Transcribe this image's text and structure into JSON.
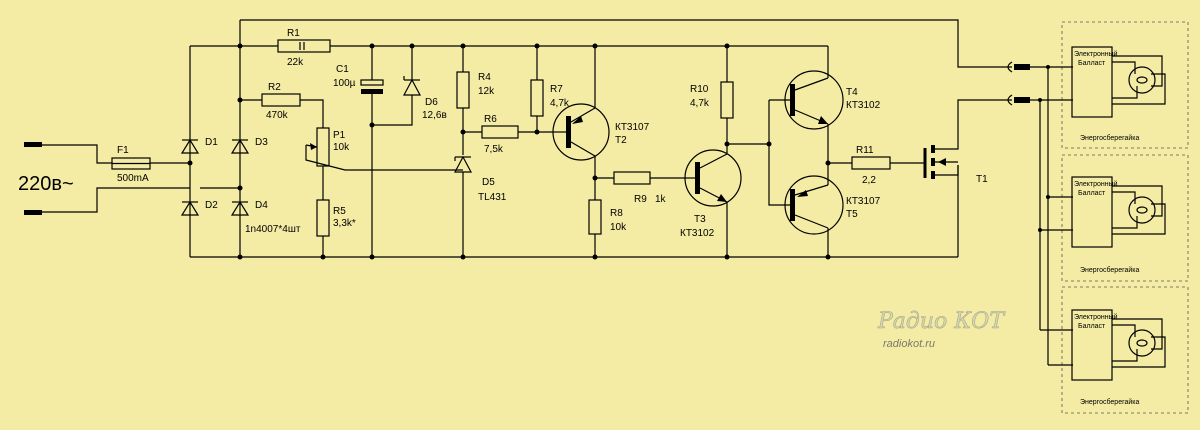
{
  "mains": "220в~",
  "fuse": {
    "ref": "F1",
    "value": "500mA"
  },
  "diodes": {
    "d1": "D1",
    "d2": "D2",
    "d3": "D3",
    "d4": "D4",
    "note": "1n4007*4шт"
  },
  "r1": {
    "ref": "R1",
    "value": "22k"
  },
  "r2": {
    "ref": "R2",
    "value": "470k"
  },
  "p1": {
    "ref": "P1",
    "value": "10k"
  },
  "r5": {
    "ref": "R5",
    "value": "3,3k*"
  },
  "c1": {
    "ref": "C1",
    "value": "100µ"
  },
  "d6": {
    "ref": "D6",
    "value": "12,6в"
  },
  "r4": {
    "ref": "R4",
    "value": "12k"
  },
  "r6": {
    "ref": "R6",
    "value": "7,5k"
  },
  "d5": {
    "ref": "D5",
    "value": "TL431"
  },
  "r7": {
    "ref": "R7",
    "value": "4,7k"
  },
  "t2": {
    "type": "КТ3107",
    "ref": "T2"
  },
  "r8": {
    "ref": "R8",
    "value": "10k"
  },
  "r9": {
    "ref": "R9",
    "value": "1k"
  },
  "t3": {
    "ref": "T3",
    "type": "КТ3102"
  },
  "r10": {
    "ref": "R10",
    "value": "4,7k"
  },
  "t4": {
    "ref": "T4",
    "type": "КТ3102"
  },
  "t5": {
    "type": "КТ3107",
    "ref": "T5"
  },
  "r11": {
    "ref": "R11",
    "value": "2,2"
  },
  "t1": {
    "ref": "T1"
  },
  "lamps": [
    {
      "ballast_1": "Электронный",
      "ballast_2": "Балласт",
      "caption": "Энергосберегайка"
    },
    {
      "ballast_1": "Электронный",
      "ballast_2": "Балласт",
      "caption": "Энергосберегайка"
    },
    {
      "ballast_1": "Электронный",
      "ballast_2": "Балласт",
      "caption": "Энергосберегайка"
    }
  ],
  "watermark": {
    "logo": "Радио КОТ",
    "url": "radiokot.ru"
  }
}
